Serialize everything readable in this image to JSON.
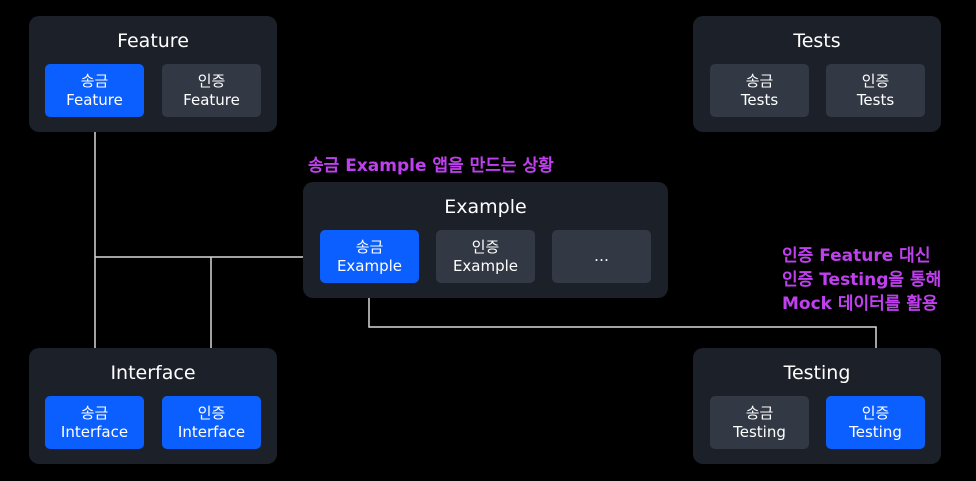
{
  "groups": {
    "feature": {
      "title": "Feature",
      "nodes": [
        {
          "line1": "송금",
          "line2": "Feature"
        },
        {
          "line1": "인증",
          "line2": "Feature"
        }
      ]
    },
    "tests": {
      "title": "Tests",
      "nodes": [
        {
          "line1": "송금",
          "line2": "Tests"
        },
        {
          "line1": "인증",
          "line2": "Tests"
        }
      ]
    },
    "example": {
      "title": "Example",
      "nodes": [
        {
          "line1": "송금",
          "line2": "Example"
        },
        {
          "line1": "인증",
          "line2": "Example"
        },
        {
          "line1": "…"
        }
      ]
    },
    "interface": {
      "title": "Interface",
      "nodes": [
        {
          "line1": "송금",
          "line2": "Interface"
        },
        {
          "line1": "인증",
          "line2": "Interface"
        }
      ]
    },
    "testing": {
      "title": "Testing",
      "nodes": [
        {
          "line1": "송금",
          "line2": "Testing"
        },
        {
          "line1": "인증",
          "line2": "Testing"
        }
      ]
    }
  },
  "annotations": {
    "example_note": "송금 Example 앱을 만드는 상황",
    "testing_note": [
      "인증 Feature 대신",
      "인증 Testing을 통해",
      "Mock 데이터를 활용"
    ]
  },
  "colors": {
    "background": "#000000",
    "group": "#1c2028",
    "node_active": "#0b5fff",
    "node_inactive": "#323944",
    "connector": "#d8d8d8",
    "annotation": "#c040f0"
  }
}
